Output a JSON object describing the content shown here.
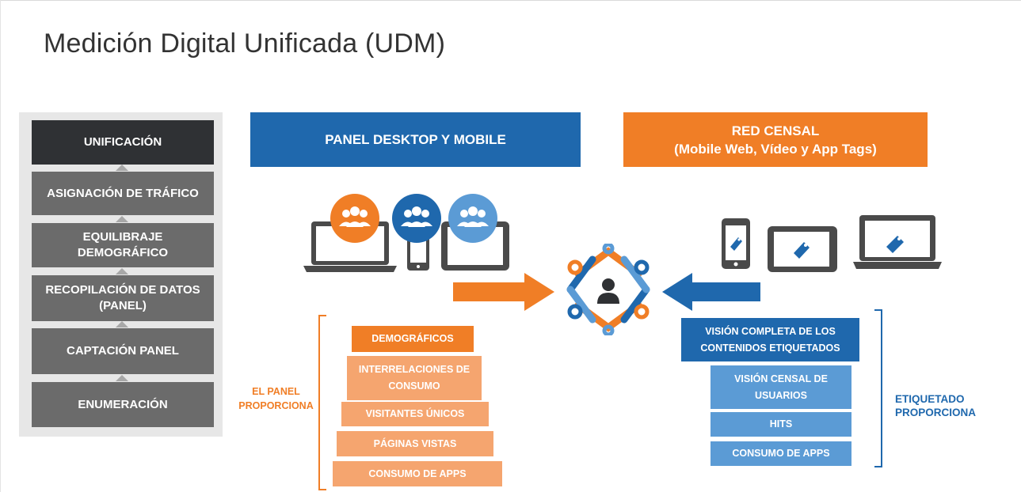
{
  "title": "Medición Digital Unificada (UDM)",
  "steps": [
    "UNIFICACIÓN",
    "ASIGNACIÓN DE TRÁFICO",
    "EQUILIBRAJE DEMOGRÁFICO",
    "RECOPILACIÓN DE DATOS (PANEL)",
    "CAPTACIÓN PANEL",
    "ENUMERACIÓN"
  ],
  "panel_header": "PANEL DESKTOP Y MOBILE",
  "census_header": {
    "line1": "RED CENSAL",
    "line2": "(Mobile Web, Vídeo y App Tags)"
  },
  "panel_label": "EL PANEL PROPORCIONA",
  "panel_items": [
    "DEMOGRÁFICOS",
    "INTERRELACIONES DE CONSUMO",
    "VISITANTES ÚNICOS",
    "PÁGINAS VISTAS",
    "CONSUMO DE APPS"
  ],
  "tag_label": "ETIQUETADO PROPORCIONA",
  "tag_items": [
    "VISIÓN COMPLETA DE LOS CONTENIDOS ETIQUETADOS",
    "VISIÓN CENSAL DE USUARIOS",
    "HITS",
    "CONSUMO DE APPS"
  ],
  "colors": {
    "orange": "#f07e26",
    "light_orange": "#f5a56f",
    "blue": "#1f68ad",
    "light_blue": "#5b9bd5",
    "dark_gray": "#2f3134",
    "gray": "#6b6b6b"
  },
  "icons": [
    "laptop-icon",
    "smartphone-icon",
    "tablet-icon",
    "people-group-icon",
    "tag-icon",
    "unification-hub-icon",
    "person-icon"
  ]
}
